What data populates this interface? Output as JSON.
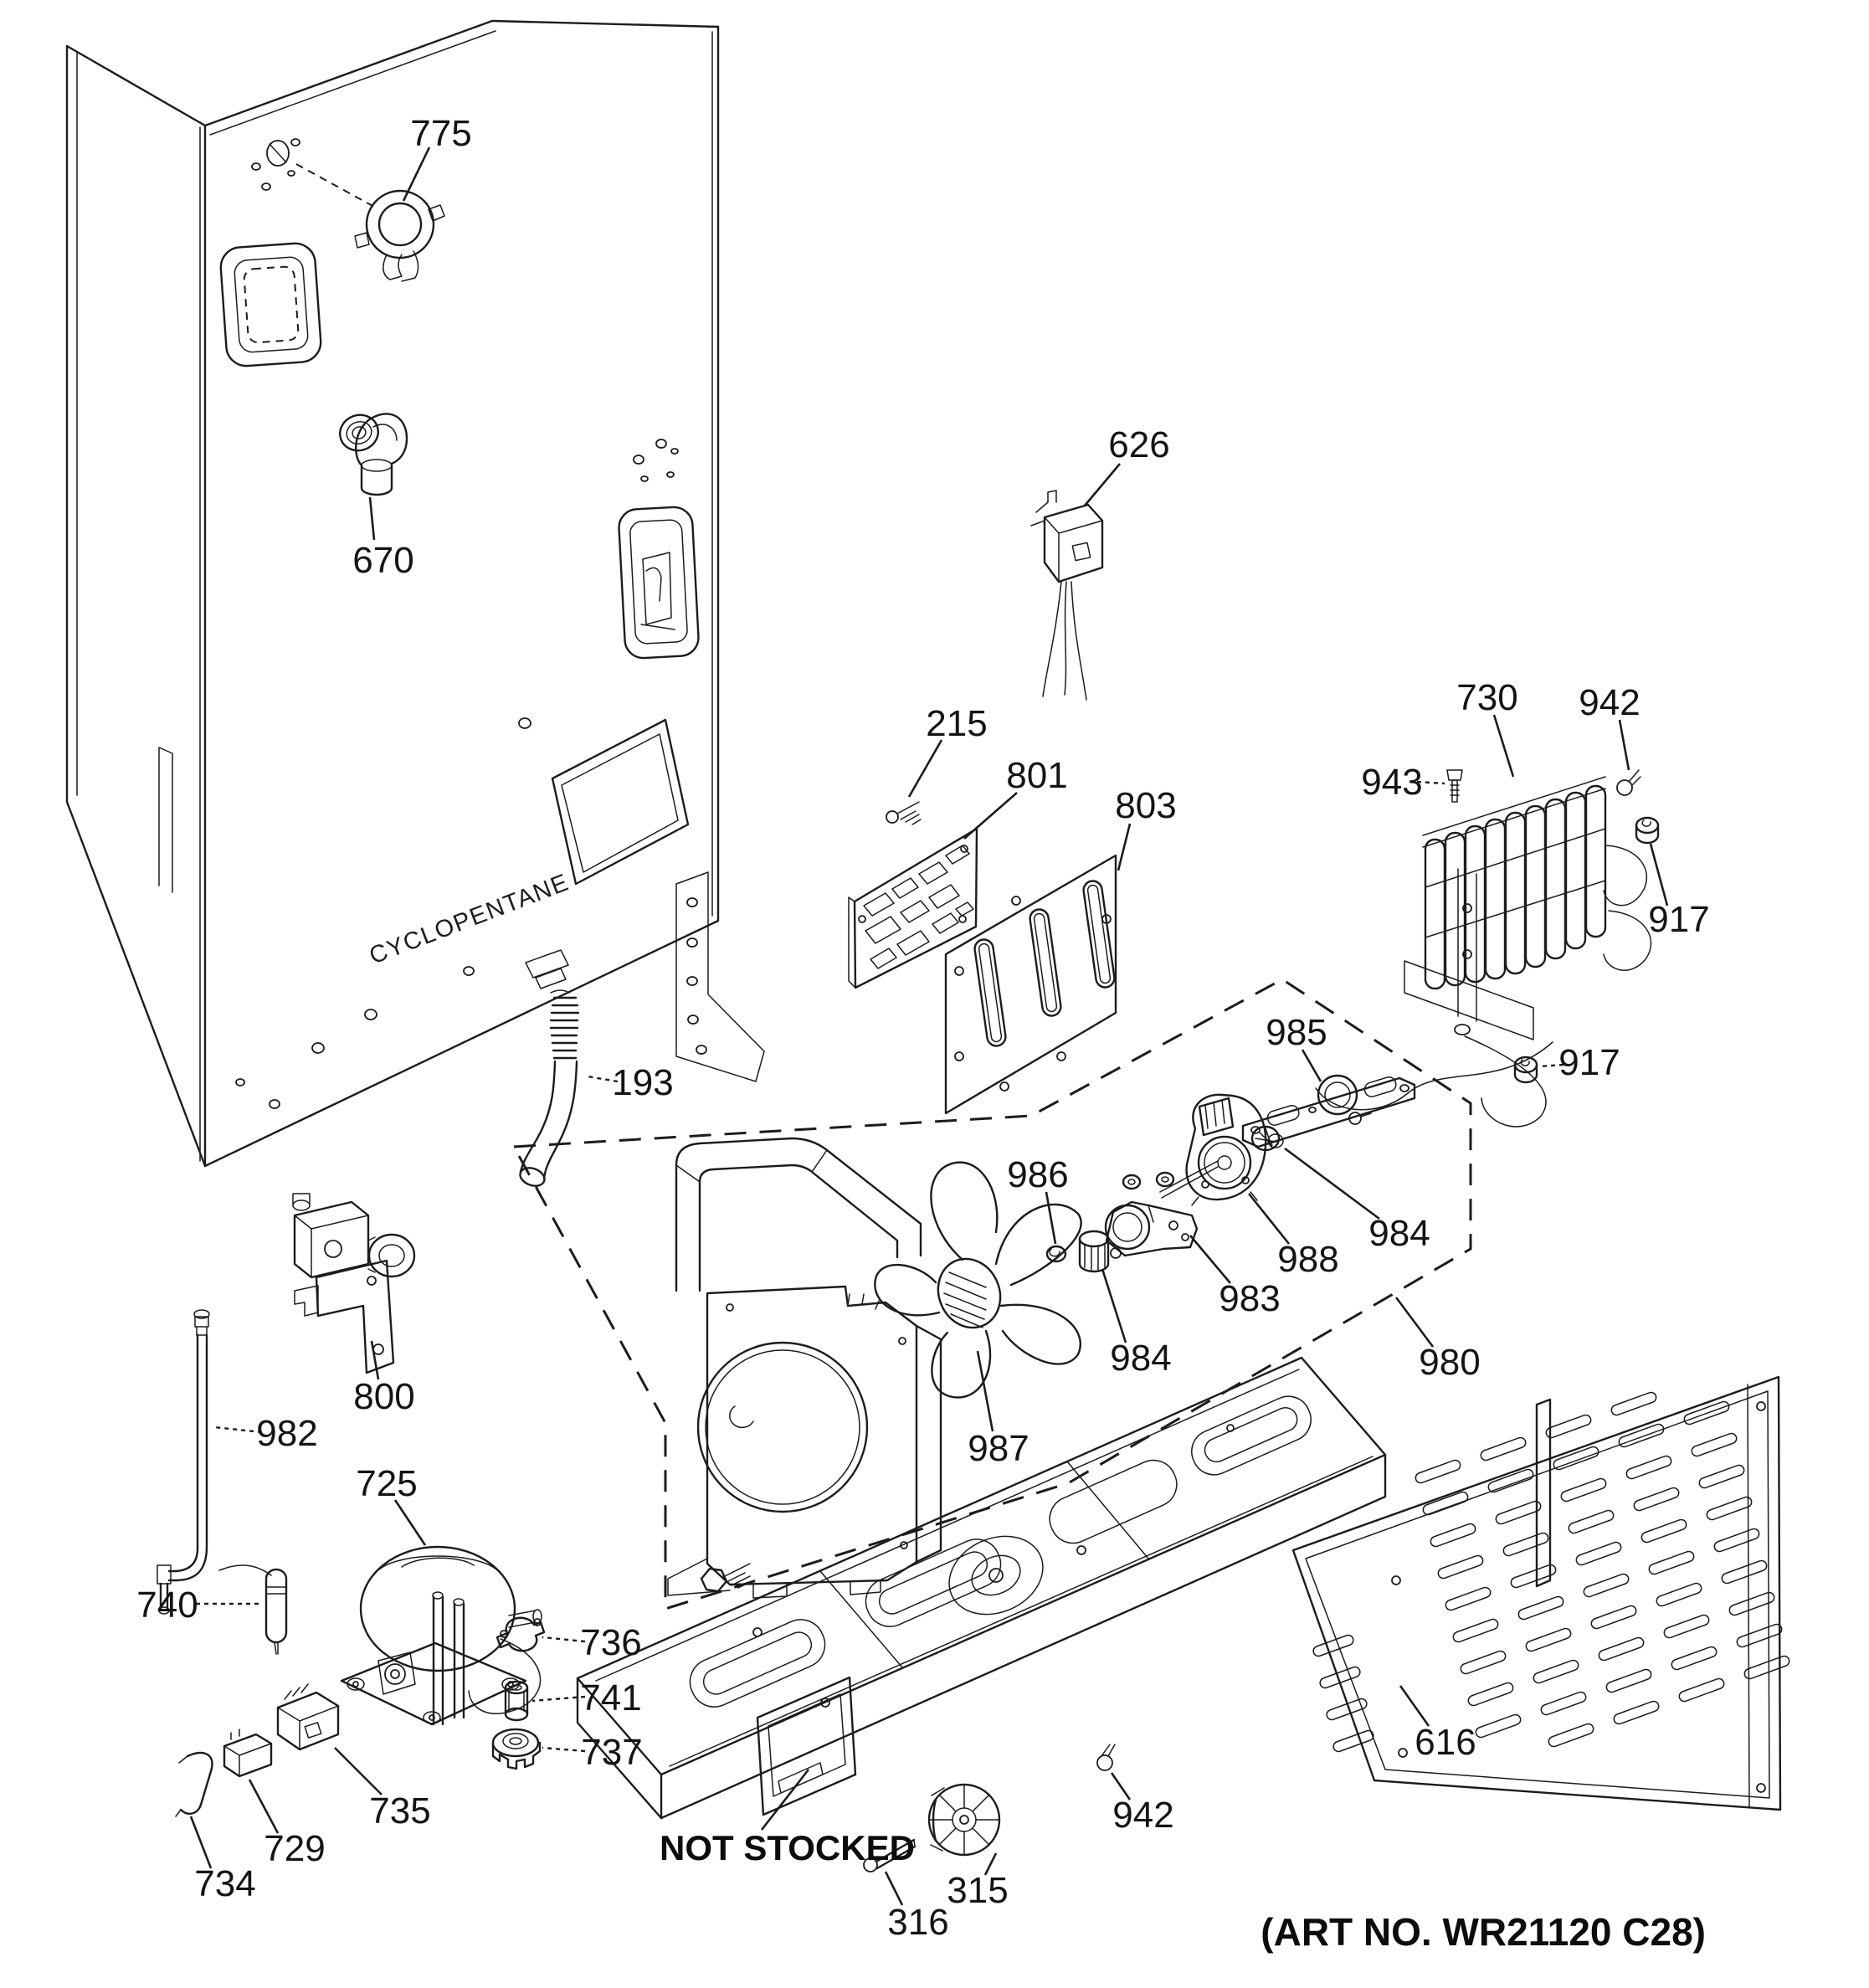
{
  "diagram": {
    "art_no": "(ART NO. WR21120 C28)",
    "not_stocked": "NOT STOCKED",
    "cabinet_label": "CYCLOPENTANE"
  },
  "callouts": [
    {
      "number": "775"
    },
    {
      "number": "670"
    },
    {
      "number": "626"
    },
    {
      "number": "215"
    },
    {
      "number": "801"
    },
    {
      "number": "803"
    },
    {
      "number": "730"
    },
    {
      "number": "943"
    },
    {
      "number": "942"
    },
    {
      "number": "917"
    },
    {
      "number": "917"
    },
    {
      "number": "985"
    },
    {
      "number": "986"
    },
    {
      "number": "984"
    },
    {
      "number": "988"
    },
    {
      "number": "983"
    },
    {
      "number": "984"
    },
    {
      "number": "980"
    },
    {
      "number": "987"
    },
    {
      "number": "193"
    },
    {
      "number": "800"
    },
    {
      "number": "982"
    },
    {
      "number": "740"
    },
    {
      "number": "725"
    },
    {
      "number": "736"
    },
    {
      "number": "741"
    },
    {
      "number": "737"
    },
    {
      "number": "735"
    },
    {
      "number": "729"
    },
    {
      "number": "734"
    },
    {
      "number": "316"
    },
    {
      "number": "315"
    },
    {
      "number": "942"
    },
    {
      "number": "616"
    }
  ]
}
